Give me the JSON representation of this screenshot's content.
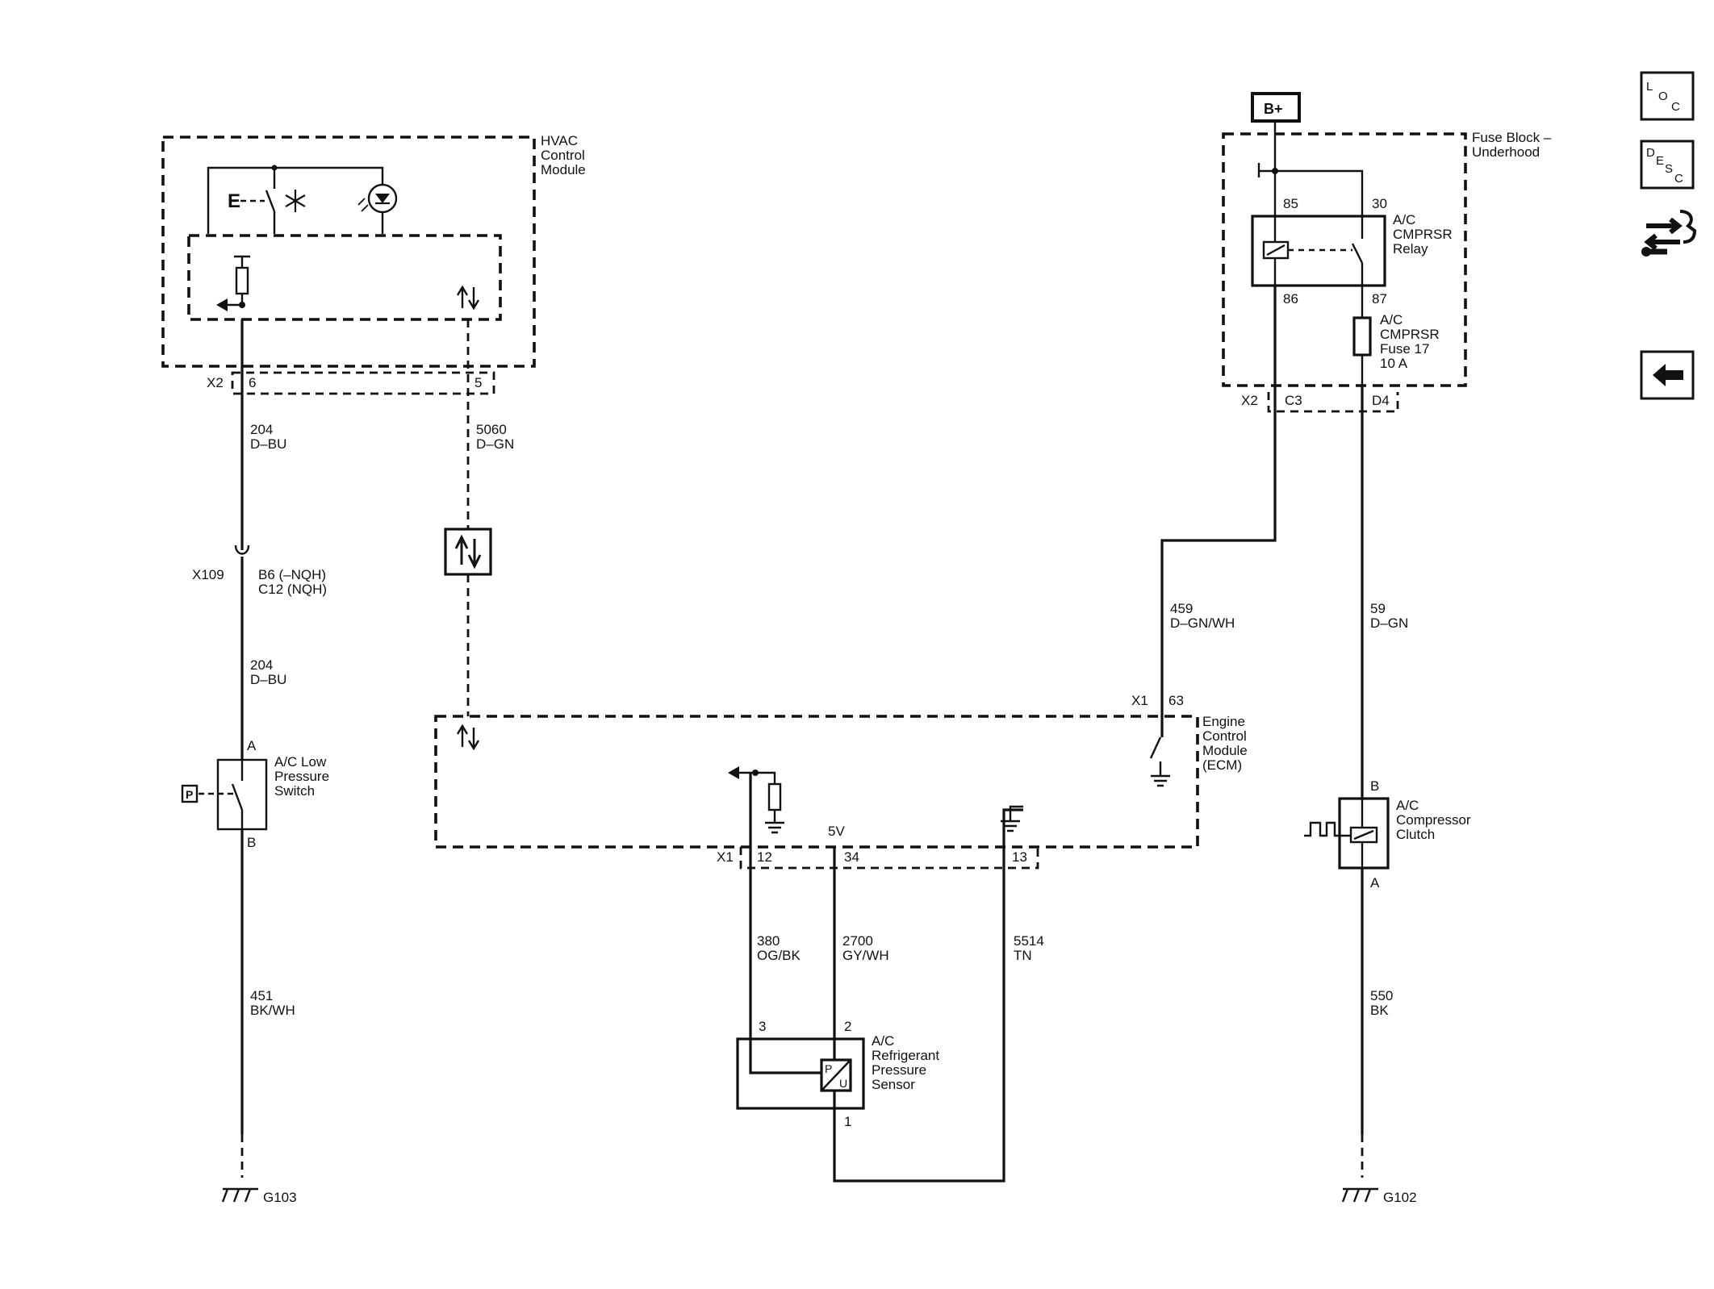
{
  "nav": {
    "loc_label": "L O C",
    "desc_label": "D E S C",
    "loc": [
      "L",
      "O",
      "C"
    ],
    "desc": [
      "D",
      "E",
      "S",
      "C"
    ],
    "loc_icon": "location-view-icon",
    "desc_icon": "description-view-icon",
    "connector_icon": "connector-tool-icon",
    "back_icon": "back-arrow-icon"
  },
  "power": {
    "bplus": "B+"
  },
  "hvac": {
    "name": [
      "HVAC",
      "Control",
      "Module"
    ],
    "connector": "X2",
    "pin_6": "6",
    "pin_5": "5"
  },
  "fuse_block": {
    "name": [
      "Fuse Block –",
      "Underhood"
    ],
    "relay": {
      "name": [
        "A/C",
        "CMPRSR",
        "Relay"
      ],
      "pin_85": "85",
      "pin_30": "30",
      "pin_86": "86",
      "pin_87": "87"
    },
    "fuse": {
      "name": [
        "A/C",
        "CMPRSR",
        "Fuse 17",
        "10 A"
      ]
    },
    "connector": "X2",
    "pin_c3": "C3",
    "pin_d4": "D4"
  },
  "wires": {
    "w204a": {
      "circuit": "204",
      "color": "D–BU"
    },
    "w5060": {
      "circuit": "5060",
      "color": "D–GN"
    },
    "w204b": {
      "circuit": "204",
      "color": "D–BU"
    },
    "w459": {
      "circuit": "459",
      "color": "D–GN/WH"
    },
    "w59": {
      "circuit": "59",
      "color": "D–GN"
    },
    "w451": {
      "circuit": "451",
      "color": "BK/WH"
    },
    "w380": {
      "circuit": "380",
      "color": "OG/BK"
    },
    "w2700": {
      "circuit": "2700",
      "color": "GY/WH"
    },
    "w5514": {
      "circuit": "5514",
      "color": "TN"
    },
    "w550": {
      "circuit": "550",
      "color": "BK"
    }
  },
  "inline_conn": {
    "id": "X109",
    "pins": [
      "B6 (–NQH)",
      "C12 (NQH)"
    ]
  },
  "low_pressure_switch": {
    "name": [
      "A/C Low",
      "Pressure",
      "Switch"
    ],
    "pin_a": "A",
    "pin_b": "B"
  },
  "ecm": {
    "name": [
      "Engine",
      "Control",
      "Module",
      "(ECM)"
    ],
    "connector": "X1",
    "pin_63": "63",
    "pin_12": "12",
    "pin_34": "34",
    "pin_13": "13",
    "ref_5v": "5V"
  },
  "sensor": {
    "name": [
      "A/C",
      "Refrigerant",
      "Pressure",
      "Sensor"
    ],
    "pin_3": "3",
    "pin_2": "2",
    "pin_1": "1"
  },
  "clutch": {
    "name": [
      "A/C",
      "Compressor",
      "Clutch"
    ],
    "pin_b": "B",
    "pin_a": "A"
  },
  "grounds": {
    "left": "G103",
    "right": "G102"
  }
}
